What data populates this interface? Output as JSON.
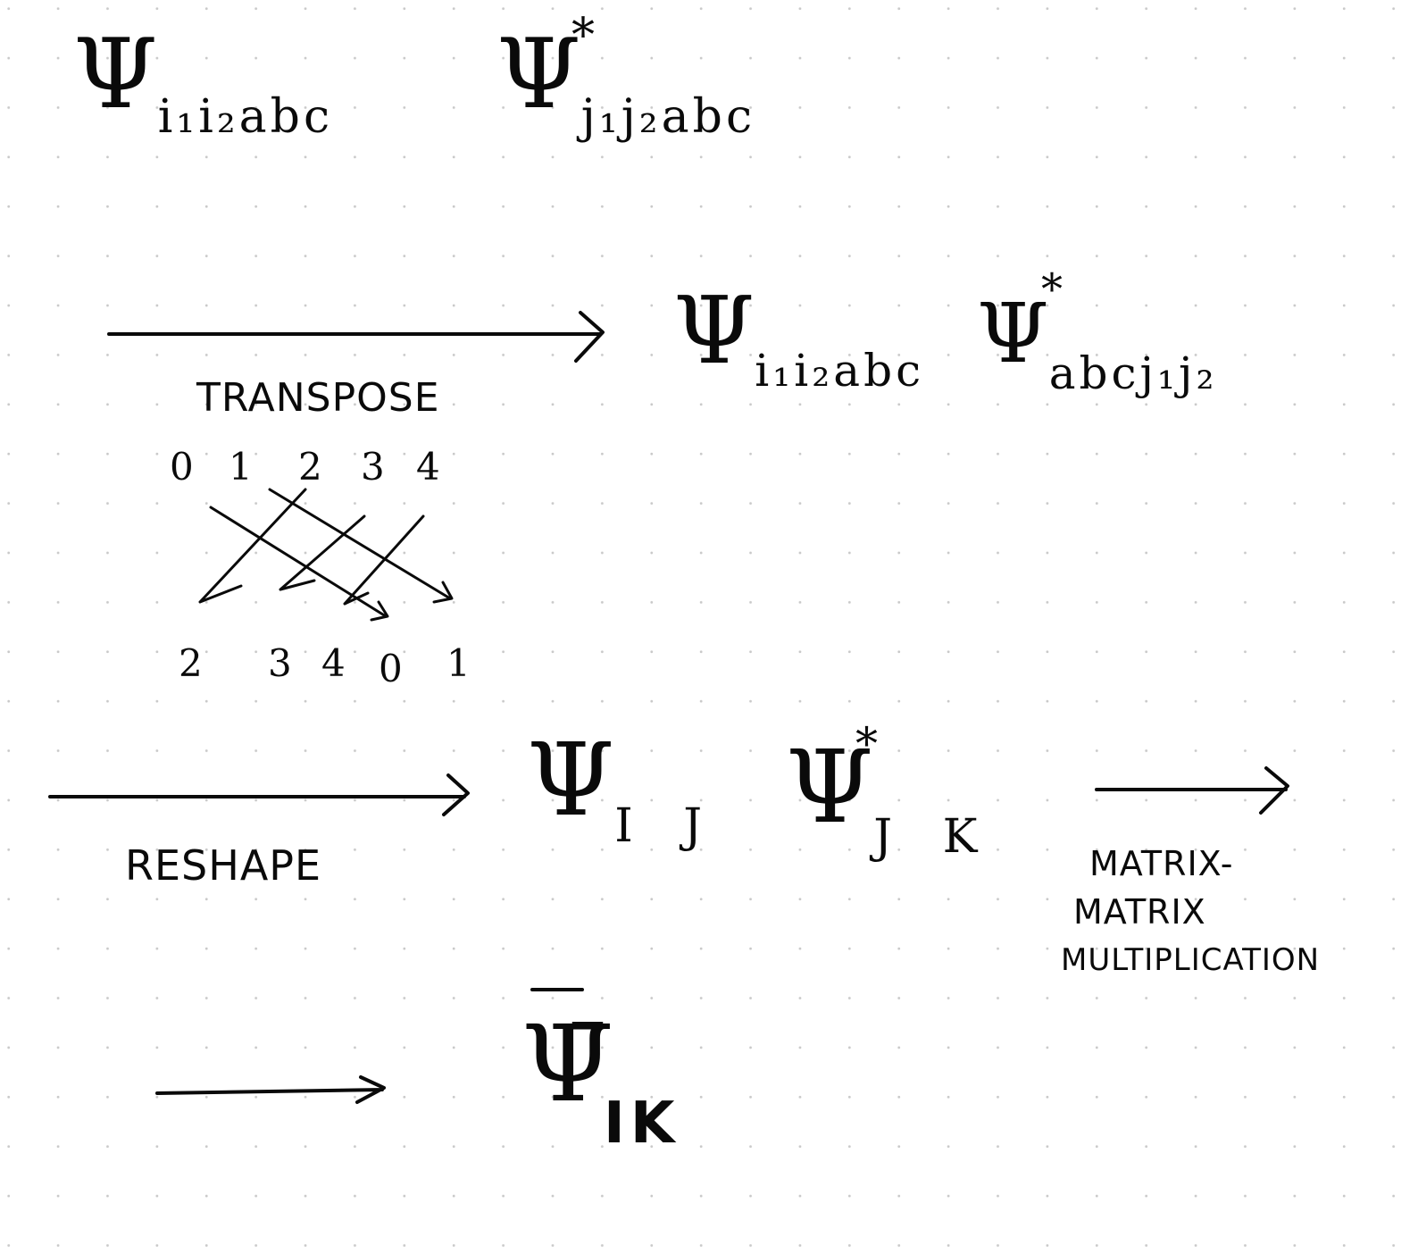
{
  "expressions": {
    "initial": {
      "psi": "Ψ",
      "psi_indices": "i₁i₂abc",
      "psi_conj": "Ψ",
      "conj_mark": "*",
      "psi_conj_indices": "j₁j₂abc"
    },
    "transposed": {
      "psi": "Ψ",
      "psi_indices": "i₁i₂abc",
      "psi_conj": "Ψ",
      "conj_mark": "*",
      "psi_conj_indices": "abcj₁j₂"
    },
    "reshaped": {
      "psi": "Ψ",
      "psi_indices": "I J",
      "psi_conj": "Ψ",
      "conj_mark": "*",
      "psi_conj_indices": "J K"
    },
    "result": {
      "psi_bar": "Ψ̄",
      "indices": "IK"
    }
  },
  "steps": {
    "transpose_label": "TRANSPOSE",
    "reshape_label": "RESHAPE",
    "matmul_label_line1": "MATRIX-",
    "matmul_label_line2": "MATRIX",
    "matmul_label_line3": "MULTIPLICATION"
  },
  "permutation": {
    "top": [
      "0",
      "1",
      "2",
      "3",
      "4"
    ],
    "bottom": [
      "2",
      "3",
      "4",
      "0",
      "1"
    ]
  }
}
